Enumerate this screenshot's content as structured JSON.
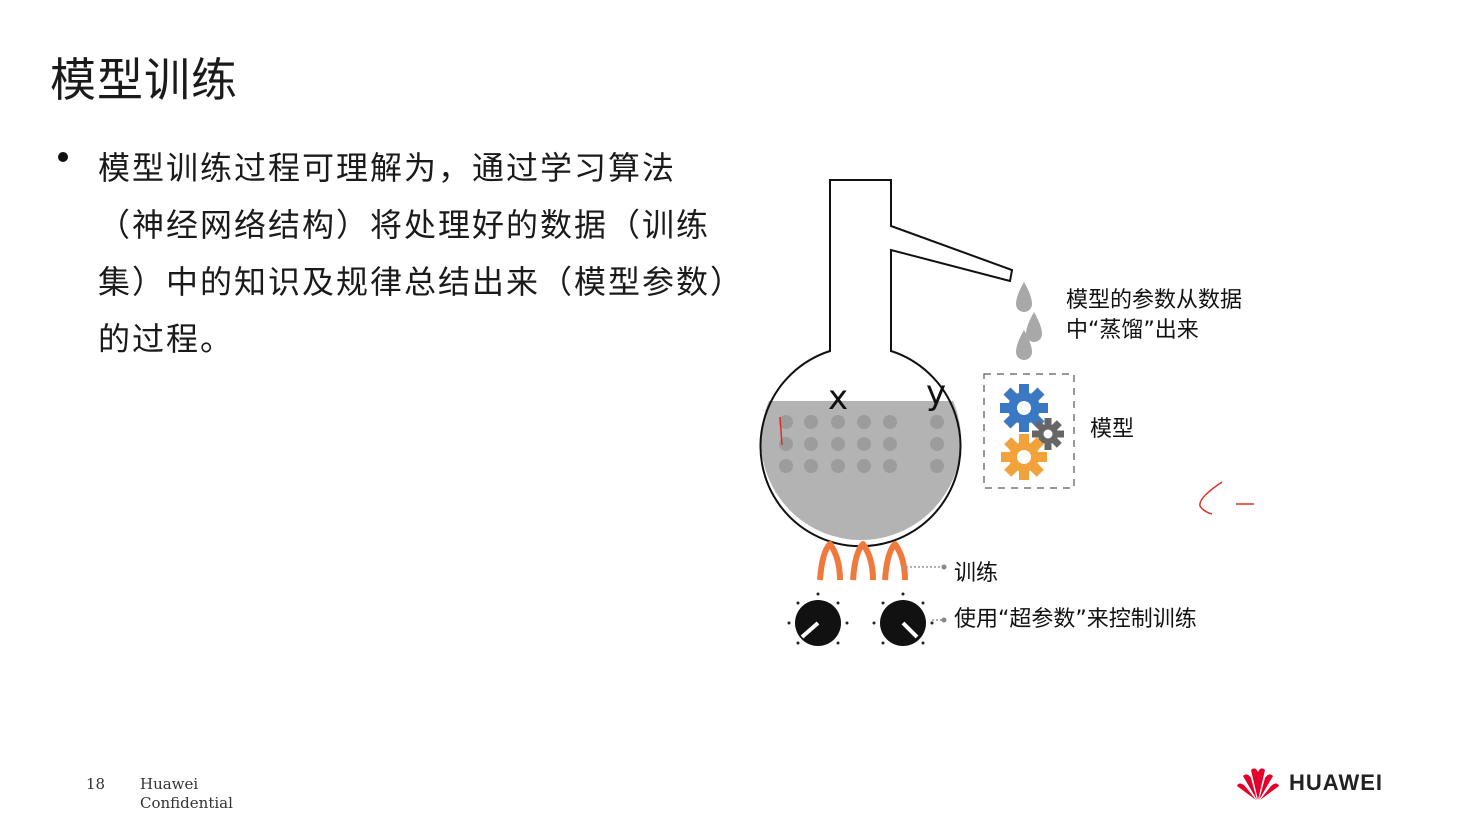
{
  "slide": {
    "title": "模型训练",
    "bullet": "模型训练过程可理解为，通过学习算法（神经网络结构）将处理好的数据（训练集）中的知识及规律总结出来（模型参数）的过程。"
  },
  "diagram": {
    "flask_x_label": "x",
    "flask_y_label": "y",
    "distill_caption": "模型的参数从数据中“蒸馏”出来",
    "model_label": "模型",
    "training_label": "训练",
    "hyperparam_label": "使用“超参数”来控制训练"
  },
  "footer": {
    "page_number": "18",
    "confidential_line1": "Huawei",
    "confidential_line2": "Confidential",
    "brand": "HUAWEI"
  },
  "colors": {
    "gear_blue": "#3a78c4",
    "gear_gray": "#666666",
    "gear_orange": "#f2a23a",
    "flame_orange": "#f07a3c",
    "logo_red": "#e4002b",
    "liquid_gray": "#b3b3b3"
  }
}
